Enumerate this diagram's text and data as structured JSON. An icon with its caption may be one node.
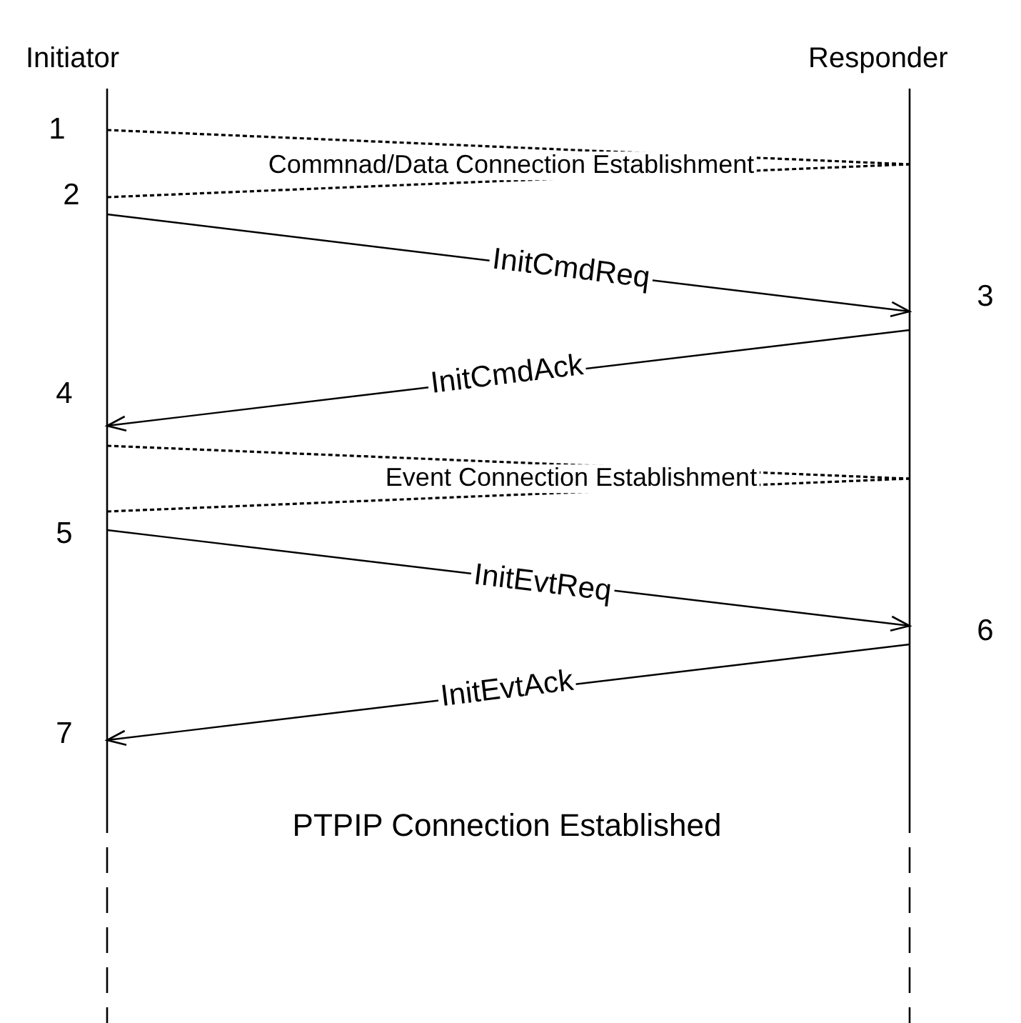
{
  "diagram": {
    "nodes": [
      {
        "text": [
          "Initiator"
        ]
      },
      {
        "text": [
          "Responder"
        ]
      }
    ],
    "edges": [
      {
        "from": 0,
        "to": 1,
        "arrow": "none",
        "style": "dashed",
        "label": "Commnad/Data Connection Establishment"
      },
      {
        "from": 0,
        "to": 1,
        "arrow": "none",
        "style": "dashed"
      },
      {
        "from": 0,
        "to": 1,
        "arrow": "to",
        "label": "InitCmdReq"
      },
      {
        "from": 1,
        "to": 0,
        "arrow": "to",
        "label": "InitCmdAck"
      },
      {
        "from": 0,
        "to": 1,
        "arrow": "none",
        "style": "dashed",
        "label": "Event Connection Establishment"
      },
      {
        "from": 0,
        "to": 1,
        "arrow": "none",
        "style": "dashed"
      },
      {
        "from": 0,
        "to": 1,
        "arrow": "to",
        "label": "InitEvtReq"
      },
      {
        "from": 1,
        "to": 0,
        "arrow": "to",
        "label": "InitEvtAck"
      }
    ],
    "labels": [
      "1",
      "2",
      "3",
      "4",
      "5",
      "6",
      "7",
      "PTPIP Connection Established"
    ]
  }
}
